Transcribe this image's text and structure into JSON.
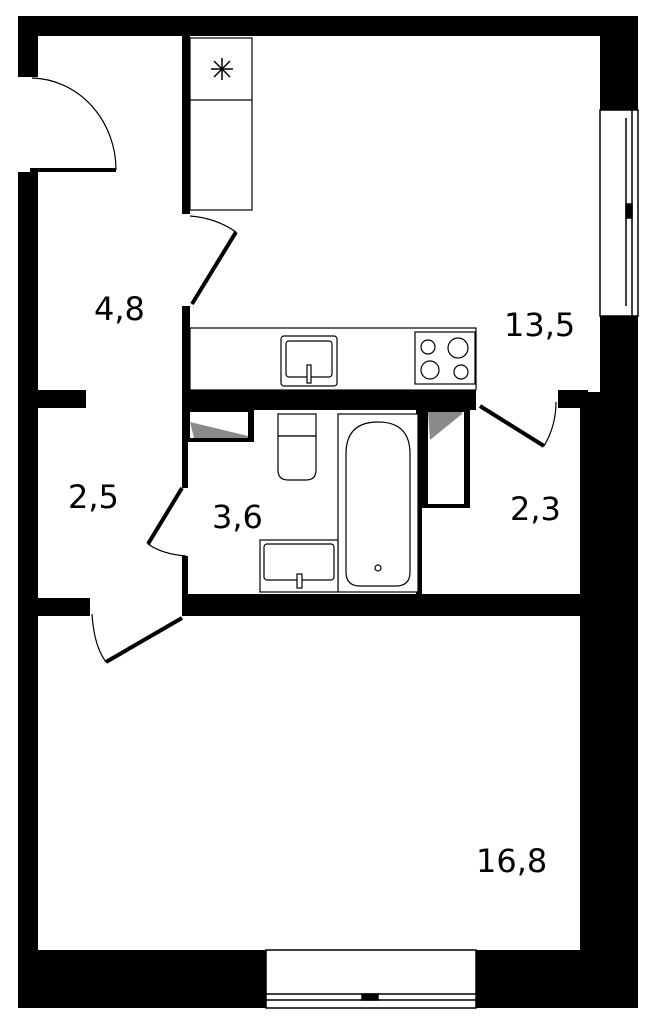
{
  "rooms": {
    "hall": {
      "area": "4,8"
    },
    "kitchen_living": {
      "area": "13,5"
    },
    "corridor": {
      "area": "2,5"
    },
    "bathroom": {
      "area": "3,6"
    },
    "storage": {
      "area": "2,3"
    },
    "bedroom": {
      "area": "16,8"
    }
  },
  "colors": {
    "wall": "#000000",
    "background": "#ffffff",
    "fixture_shade": "#8a8a8a"
  },
  "icons": {
    "fridge": "snowflake-icon",
    "stove": "cooktop-icon",
    "sink": "sink-icon",
    "toilet": "toilet-icon",
    "bathtub": "bathtub-icon"
  }
}
